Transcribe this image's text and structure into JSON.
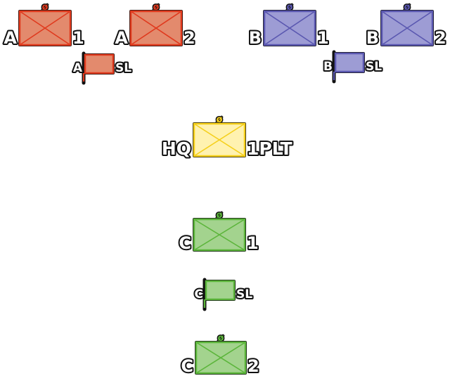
{
  "colors": {
    "red_fill": "#e38a6d",
    "red_line": "#e03a1e",
    "blue_fill": "#9d9cd4",
    "blue_line": "#5a57b0",
    "yellow_fill": "#fff2b0",
    "yellow_line": "#f5cf1a",
    "green_fill": "#a3d38e",
    "green_line": "#5bb53a",
    "outline": "#111111"
  },
  "units": [
    {
      "id": "a1",
      "kind": "squad",
      "color": "red",
      "left": "A",
      "right": "1",
      "top": "ø"
    },
    {
      "id": "a2",
      "kind": "squad",
      "color": "red",
      "left": "A",
      "right": "2",
      "top": "ø"
    },
    {
      "id": "asl",
      "kind": "leader",
      "color": "red",
      "left": "A",
      "right": "SL"
    },
    {
      "id": "b1",
      "kind": "squad",
      "color": "blue",
      "left": "B",
      "right": "1",
      "top": "ø"
    },
    {
      "id": "b2",
      "kind": "squad",
      "color": "blue",
      "left": "B",
      "right": "2",
      "top": "ø"
    },
    {
      "id": "bsl",
      "kind": "leader",
      "color": "blue",
      "left": "B",
      "right": "SL"
    },
    {
      "id": "hq",
      "kind": "squad",
      "color": "yellow",
      "left": "HQ",
      "right": "1PLT",
      "top": "ø"
    },
    {
      "id": "c1",
      "kind": "squad",
      "color": "green",
      "left": "C",
      "right": "1",
      "top": "ø"
    },
    {
      "id": "csl",
      "kind": "leader",
      "color": "green",
      "left": "C",
      "right": "SL"
    },
    {
      "id": "c2",
      "kind": "squad",
      "color": "green",
      "left": "C",
      "right": "2",
      "top": "ø"
    }
  ]
}
